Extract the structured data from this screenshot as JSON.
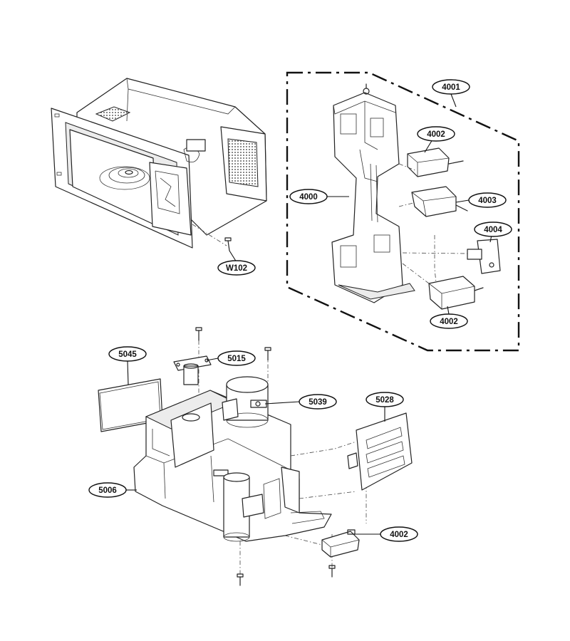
{
  "callouts": {
    "w102": "W102",
    "c4001": "4001",
    "c4002_top": "4002",
    "c4000": "4000",
    "c4003": "4003",
    "c4004": "4004",
    "c4002_mid": "4002",
    "c5045": "5045",
    "c5015": "5015",
    "c5039": "5039",
    "c5028": "5028",
    "c5006": "5006",
    "c4002_bottom": "4002"
  }
}
